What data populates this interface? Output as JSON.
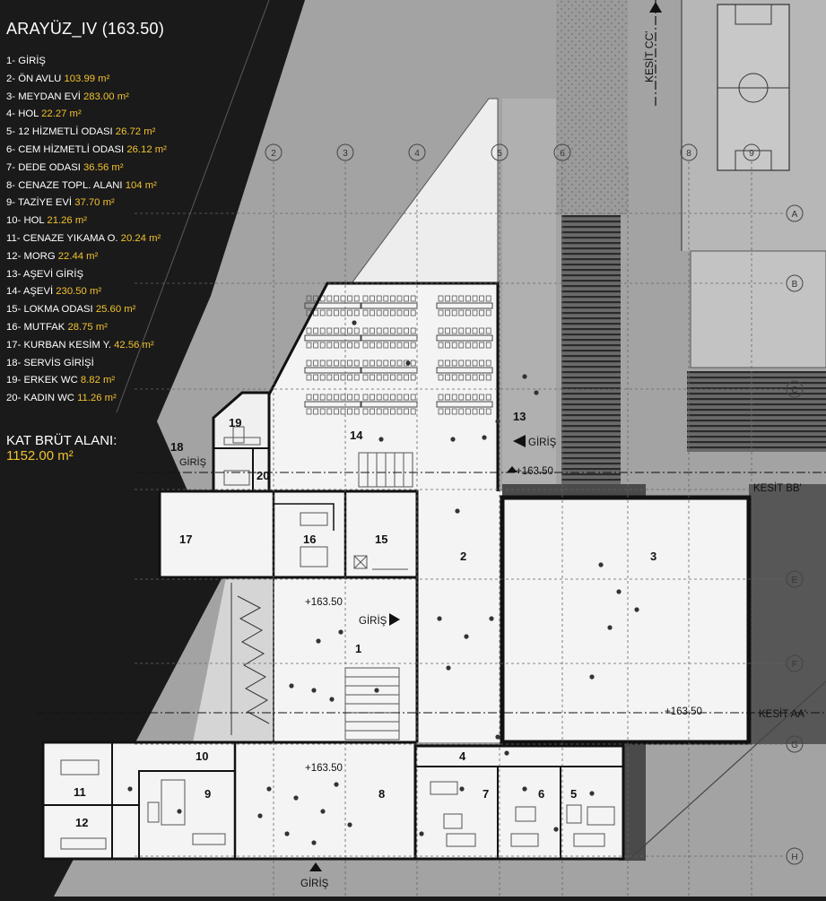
{
  "title": "ARAYÜZ_IV (163.50)",
  "rooms": [
    {
      "no": "1-",
      "name": "GİRİŞ",
      "area": ""
    },
    {
      "no": "2-",
      "name": "ÖN AVLU",
      "area": "103.99 m²"
    },
    {
      "no": "3-",
      "name": "MEYDAN EVİ",
      "area": "283.00 m²"
    },
    {
      "no": "4-",
      "name": "HOL",
      "area": "22.27 m²"
    },
    {
      "no": "5-",
      "name": "12 HİZMETLİ ODASI",
      "area": "26.72 m²"
    },
    {
      "no": "6-",
      "name": "CEM HİZMETLİ ODASI",
      "area": "26.12 m²"
    },
    {
      "no": "7-",
      "name": "DEDE ODASI",
      "area": "36.56 m²"
    },
    {
      "no": "8-",
      "name": "CENAZE TOPL. ALANI",
      "area": "104 m²"
    },
    {
      "no": "9-",
      "name": "TAZİYE EVİ",
      "area": "37.70 m²"
    },
    {
      "no": "10-",
      "name": "HOL",
      "area": "21.26 m²"
    },
    {
      "no": "11-",
      "name": "CENAZE YIKAMA O.",
      "area": "20.24 m²"
    },
    {
      "no": "12-",
      "name": "MORG",
      "area": "22.44 m²"
    },
    {
      "no": "13-",
      "name": "AŞEVİ GİRİŞ",
      "area": ""
    },
    {
      "no": "14-",
      "name": "AŞEVİ",
      "area": "230.50 m²"
    },
    {
      "no": "15-",
      "name": "LOKMA ODASI",
      "area": "25.60 m²"
    },
    {
      "no": "16-",
      "name": "MUTFAK",
      "area": "28.75 m²"
    },
    {
      "no": "17-",
      "name": "KURBAN KESİM Y.",
      "area": "42.56 m²"
    },
    {
      "no": "18-",
      "name": "SERVİS GİRİŞİ",
      "area": ""
    },
    {
      "no": "19-",
      "name": "ERKEK WC",
      "area": "8.82 m²"
    },
    {
      "no": "20-",
      "name": "KADIN WC",
      "area": "11.26 m²"
    }
  ],
  "gross_area_label": "KAT BRÜT ALANI:",
  "gross_area_value": "1152.00 m²",
  "grid_columns": [
    "2",
    "3",
    "4",
    "5",
    "6",
    "8",
    "9"
  ],
  "grid_rows": [
    "A",
    "B",
    "C",
    "E",
    "F",
    "G",
    "H"
  ],
  "section_labels": {
    "cc": "KESİT CC'",
    "bb": "KESİT BB'",
    "aa": "KESİT AA'"
  },
  "entrance_label": "GİRİŞ",
  "level_label": "+163.50",
  "room_numbers": [
    "1",
    "2",
    "3",
    "4",
    "5",
    "6",
    "7",
    "8",
    "9",
    "10",
    "11",
    "12",
    "13",
    "14",
    "15",
    "16",
    "17",
    "18",
    "19",
    "20"
  ],
  "colors": {
    "background": "#1a1a1a",
    "site": "#9a9a9a",
    "plan_fill": "#f4f4f4",
    "wall": "#111111",
    "accent": "#f2c230"
  }
}
